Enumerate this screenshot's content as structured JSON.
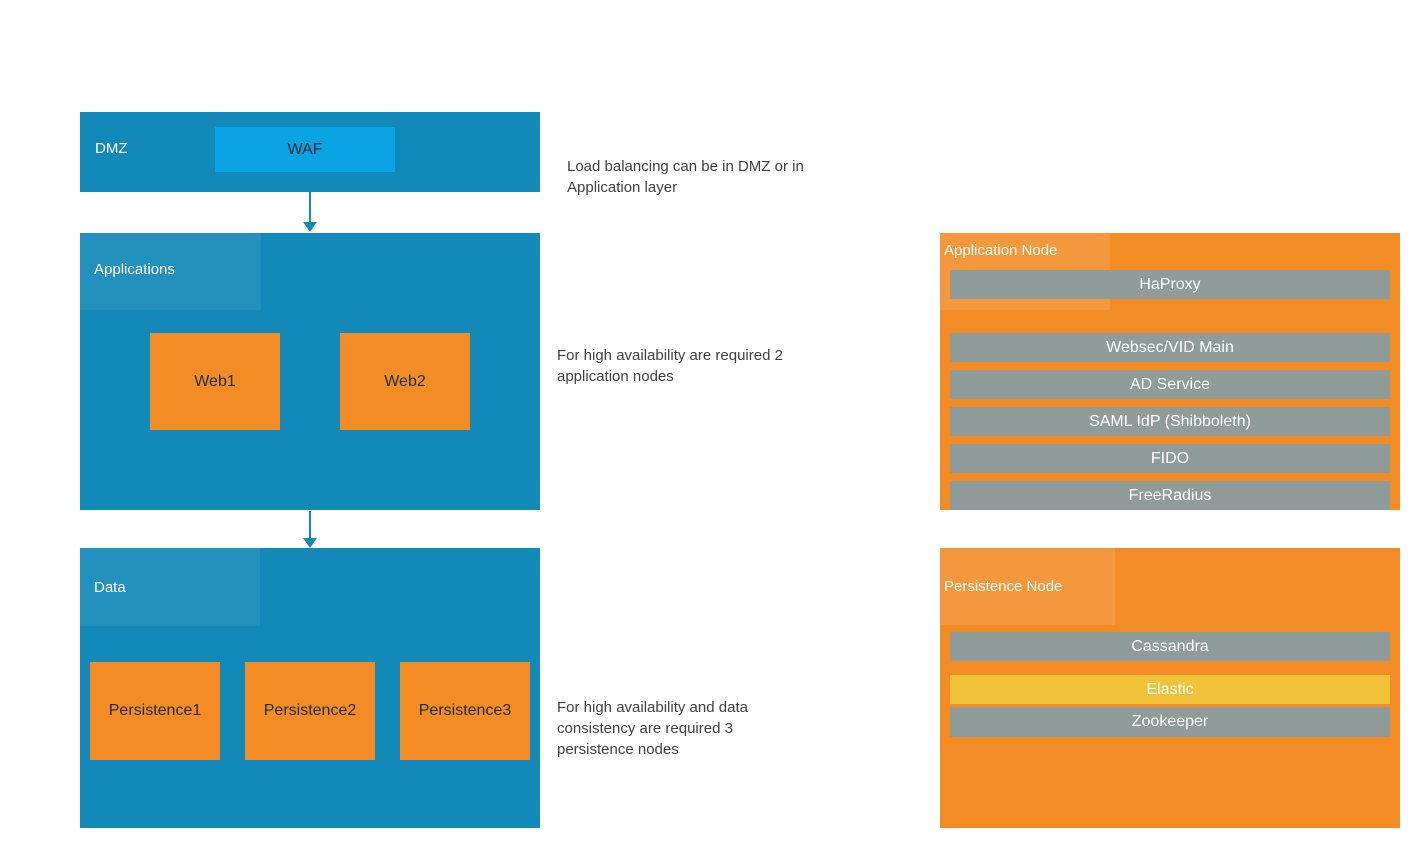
{
  "diagram": {
    "layers": [
      {
        "id": "dmz",
        "label": "DMZ",
        "nodes": [
          "WAF"
        ]
      },
      {
        "id": "applications",
        "label": "Applications",
        "nodes": [
          "Web1",
          "Web2"
        ]
      },
      {
        "id": "data",
        "label": "Data",
        "nodes": [
          "Persistence1",
          "Persistence2",
          "Persistence3"
        ]
      }
    ],
    "annotations": [
      {
        "text": "Load balancing can be in DMZ or in Application layer"
      },
      {
        "text": "For high availability are required 2 application nodes"
      },
      {
        "text": "For high availability and data consistency are required 3 persistence nodes"
      }
    ],
    "panels": [
      {
        "id": "application-node",
        "title": "Application Node",
        "services": [
          "HaProxy",
          "Websec/VID Main",
          "AD Service",
          "SAML IdP (Shibboleth)",
          "FIDO",
          "FreeRadius"
        ]
      },
      {
        "id": "persistence-node",
        "title": "Persistence Node",
        "services": [
          "Cassandra",
          "Elastic",
          "Zookeeper"
        ],
        "highlighted_service": "Elastic"
      }
    ],
    "colors": {
      "layer_blue": "#1389ba",
      "waf_blue": "#0aa3e4",
      "node_orange": "#f48c26",
      "service_gray": "#8f9c99",
      "service_yellow": "#efc238",
      "arrow_blue": "#1389ba",
      "annotation_text": "#404040",
      "label_white": "#ffffff",
      "node_text_dark": "#212d36"
    }
  }
}
